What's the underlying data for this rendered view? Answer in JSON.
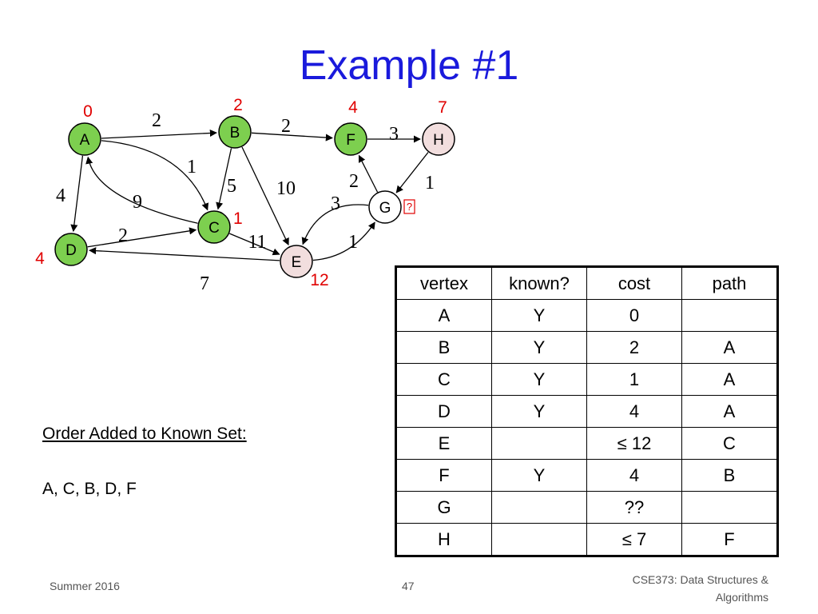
{
  "title": "Example #1",
  "graph": {
    "nodes": [
      {
        "id": "A",
        "cost": "0",
        "fill": "#7dcf4f",
        "marker": ""
      },
      {
        "id": "B",
        "cost": "2",
        "fill": "#7dcf4f",
        "marker": ""
      },
      {
        "id": "C",
        "cost": "1",
        "fill": "#7dcf4f",
        "marker": ""
      },
      {
        "id": "D",
        "cost": "4",
        "fill": "#7dcf4f",
        "marker": ""
      },
      {
        "id": "E",
        "cost": "12",
        "fill": "#f2dede",
        "marker": ""
      },
      {
        "id": "F",
        "cost": "4",
        "fill": "#7dcf4f",
        "marker": ""
      },
      {
        "id": "G",
        "cost": "",
        "fill": "#ffffff",
        "marker": "?"
      },
      {
        "id": "H",
        "cost": "7",
        "fill": "#f2dede",
        "marker": ""
      }
    ],
    "edges": [
      {
        "from": "A",
        "to": "B",
        "weight": "2"
      },
      {
        "from": "A",
        "to": "C",
        "weight": "1"
      },
      {
        "from": "A",
        "to": "D",
        "weight": "4"
      },
      {
        "from": "C",
        "to": "A",
        "weight": "9"
      },
      {
        "from": "B",
        "to": "C",
        "weight": "5"
      },
      {
        "from": "B",
        "to": "E",
        "weight": "10"
      },
      {
        "from": "B",
        "to": "F",
        "weight": "2"
      },
      {
        "from": "C",
        "to": "E",
        "weight": "11"
      },
      {
        "from": "D",
        "to": "C",
        "weight": "2"
      },
      {
        "from": "E",
        "to": "D",
        "weight": "7"
      },
      {
        "from": "E",
        "to": "G",
        "weight": "1"
      },
      {
        "from": "G",
        "to": "E",
        "weight": "3"
      },
      {
        "from": "G",
        "to": "F",
        "weight": "2"
      },
      {
        "from": "F",
        "to": "H",
        "weight": "3"
      },
      {
        "from": "H",
        "to": "G",
        "weight": "1"
      }
    ],
    "colors": {
      "known": "#7dcf4f",
      "frontier": "#f2dede",
      "unseen": "#ffffff",
      "cost": "#e00000"
    }
  },
  "table": {
    "headers": [
      "vertex",
      "known?",
      "cost",
      "path"
    ],
    "rows": [
      [
        "A",
        "Y",
        "0",
        ""
      ],
      [
        "B",
        "Y",
        "2",
        "A"
      ],
      [
        "C",
        "Y",
        "1",
        "A"
      ],
      [
        "D",
        "Y",
        "4",
        "A"
      ],
      [
        "E",
        "",
        "≤ 12",
        "C"
      ],
      [
        "F",
        "Y",
        "4",
        "B"
      ],
      [
        "G",
        "",
        "??",
        ""
      ],
      [
        "H",
        "",
        "≤ 7",
        "F"
      ]
    ]
  },
  "order": {
    "heading": "Order Added to Known Set:",
    "list": "A, C, B, D, F"
  },
  "footer": {
    "left": "Summer 2016",
    "center": "47",
    "right_line1": "CSE373: Data Structures &",
    "right_line2": "Algorithms"
  }
}
